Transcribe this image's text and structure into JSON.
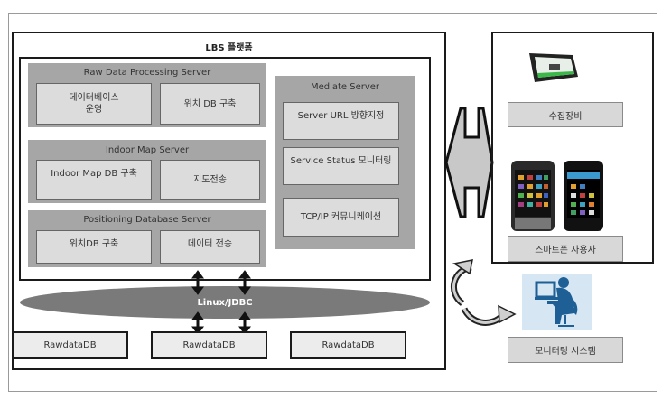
{
  "platform": {
    "title": "LBS 플랫폼"
  },
  "servers": {
    "raw_data": {
      "title": "Raw Data Processing Server",
      "items": [
        "데이터베이스\n운영",
        "위치 DB 구축"
      ]
    },
    "indoor_map": {
      "title": "Indoor Map Server",
      "items": [
        "Indoor Map DB 구축",
        "지도전송"
      ]
    },
    "positioning": {
      "title": "Positioning Database Server",
      "items": [
        "위치DB 구축",
        "데이터 전송"
      ]
    },
    "mediate": {
      "title": "Mediate Server",
      "items": [
        "Server URL 방향지정",
        "Service Status 모니터링",
        "TCP/IP 커뮤니케이션"
      ]
    }
  },
  "middleware": {
    "label": "Linux/JDBC"
  },
  "databases": [
    "RawdataDB",
    "RawdataDB",
    "RawdataDB"
  ],
  "clients": {
    "collector": {
      "label": "수집장비",
      "icon": "tablet-icon"
    },
    "smartphone": {
      "label": "스마트폰 사용자",
      "icon": "smartphone-icon"
    },
    "monitoring": {
      "label": "모니터링 시스템",
      "icon": "operator-icon"
    }
  },
  "colors": {
    "server_gray": "#a6a6a6",
    "box_light": "#dcdcdc",
    "middleware": "#7a7a7a",
    "operator_blue": "#1e5f96"
  }
}
